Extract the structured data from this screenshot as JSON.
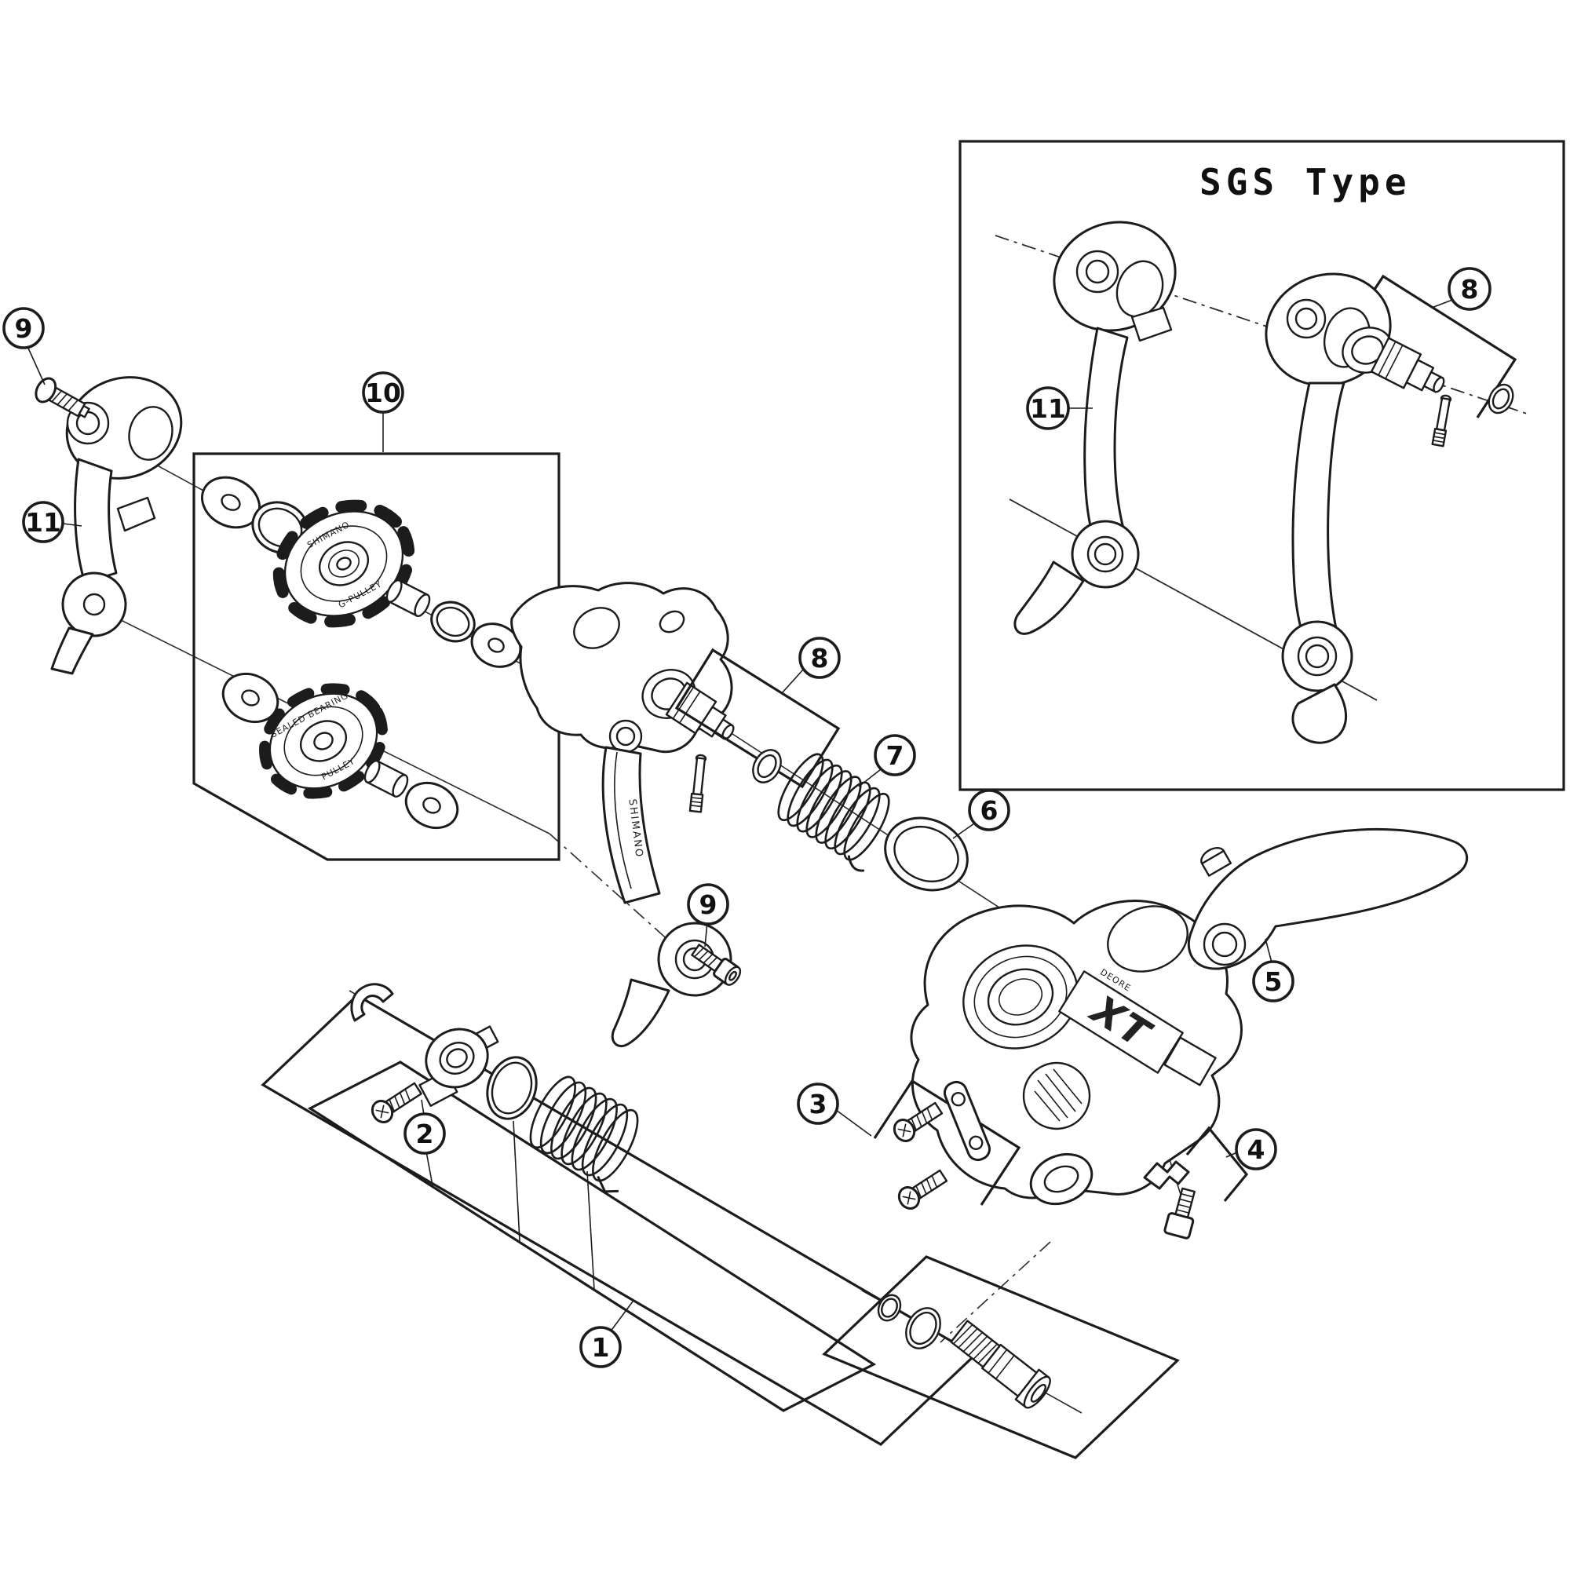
{
  "diagram": {
    "type": "exploded-parts-diagram",
    "inset_title": "SGS Type",
    "brand_marks": {
      "body_logo": "XT",
      "body_series": "DEORE",
      "guide_pulley_line1": "SHIMANO",
      "guide_pulley_line2": "G-PULLEY",
      "tension_pulley_line1": "SEALED BEARING",
      "tension_pulley_line2": "PULLEY",
      "cage_plate_mark": "SHIMANO"
    },
    "colors": {
      "line": "#1c1c1c",
      "background": "#ffffff"
    },
    "callouts": [
      {
        "id": "screw-outer-plate-left",
        "label": "9"
      },
      {
        "id": "outer-plate-left",
        "label": "11"
      },
      {
        "id": "pulley-set",
        "label": "10"
      },
      {
        "id": "plate-axle-unit",
        "label": "8"
      },
      {
        "id": "pulley-bolt",
        "label": "9"
      },
      {
        "id": "cage-spring",
        "label": "7"
      },
      {
        "id": "spring-cover",
        "label": "6"
      },
      {
        "id": "bracket-hanger",
        "label": "5"
      },
      {
        "id": "cable-guide-screws",
        "label": "3"
      },
      {
        "id": "cable-fixing-bolt-unit",
        "label": "4"
      },
      {
        "id": "stopper-plate-screw",
        "label": "2"
      },
      {
        "id": "bracket-axle-unit",
        "label": "1"
      },
      {
        "id": "sgs-outer-plate",
        "label": "11"
      },
      {
        "id": "sgs-plate-axle-unit",
        "label": "8"
      }
    ]
  }
}
